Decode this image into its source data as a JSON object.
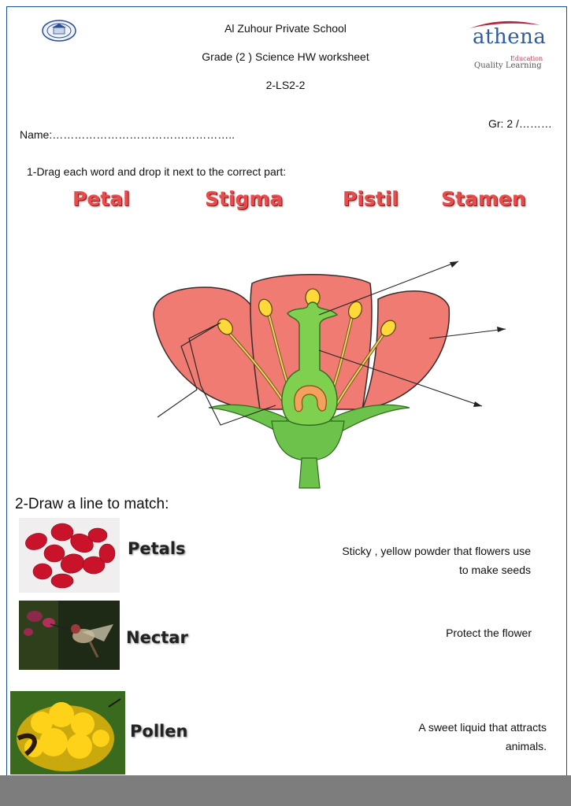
{
  "header": {
    "school": "Al Zuhour Private School",
    "worksheet": "Grade (2 ) Science HW worksheet",
    "code": "2-LS2-2"
  },
  "logo": {
    "name": "athena",
    "sub": "Education",
    "tagline": "Quality Learning"
  },
  "student": {
    "name_line": "Name:…………………………………………..",
    "grade_line": "Gr: 2 /………"
  },
  "question1": {
    "prompt": "1-Drag each word and drop it next  to the correct part:",
    "words": [
      "Petal",
      "Stigma",
      "Pistil",
      "Stamen"
    ]
  },
  "question2": {
    "prompt": "2-Draw a line to match:",
    "items": [
      {
        "label": "Petals",
        "description_line1": "Sticky , yellow powder that flowers use",
        "description_line2": "to make seeds"
      },
      {
        "label": "Nectar",
        "description_line1": "Protect the flower",
        "description_line2": ""
      },
      {
        "label": "Pollen",
        "description_line1": "A sweet liquid that attracts",
        "description_line2": "animals."
      }
    ]
  },
  "colors": {
    "title_word": "#e84b4b",
    "petal": "#ef7b72",
    "stem": "#6cc24a",
    "anther": "#ffd83a",
    "frame": "#1a4f9a"
  }
}
